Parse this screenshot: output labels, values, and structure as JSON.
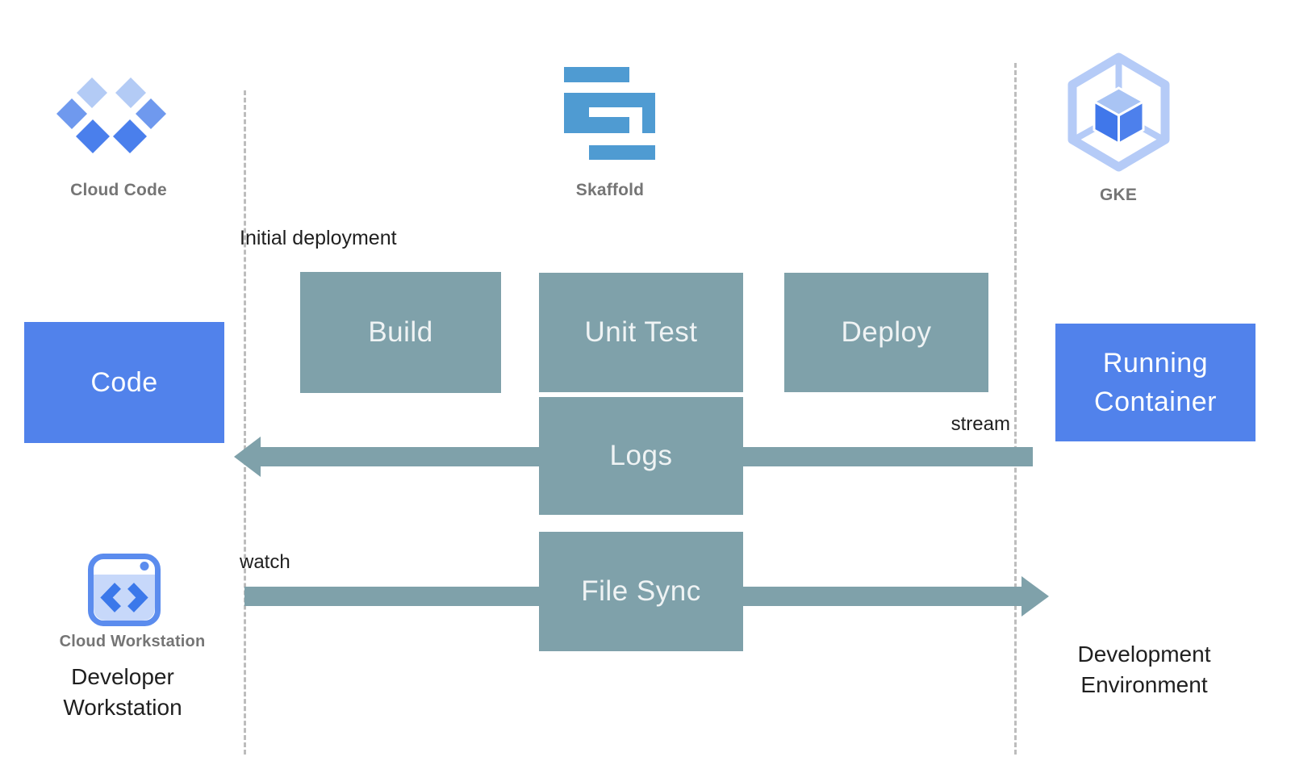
{
  "icons": {
    "cloud_code": {
      "label": "Cloud Code"
    },
    "skaffold": {
      "label": "Skaffold"
    },
    "gke": {
      "label": "GKE"
    },
    "cloud_workstation": {
      "label": "Cloud Workstation"
    }
  },
  "nodes": {
    "code": "Code",
    "build": "Build",
    "unit_test": "Unit Test",
    "deploy": "Deploy",
    "logs": "Logs",
    "file_sync": "File Sync",
    "running_container": "Running Container"
  },
  "annotations": {
    "initial_deployment": "Initial deployment",
    "stream": "stream",
    "watch": "watch",
    "developer_workstation": "Developer Workstation",
    "development_environment": "Development Environment"
  },
  "colors": {
    "process_box": "#7fa1aa",
    "entity_box": "#5182eb",
    "arrow": "#7fa1aa",
    "dash": "#bdbdbd",
    "label_gray": "#757575",
    "text_black": "#1f1f1f",
    "skaffold_blue": "#4f9bd2",
    "cloud_code_light": "#b3cbf5",
    "cloud_code_mid": "#6f99ee",
    "cloud_code_strong": "#4a7fec",
    "gke_hexagon": "#b5cbf7",
    "gke_cube_top": "#a9c4f4",
    "gke_cube_left": "#4077ea",
    "gke_cube_right": "#4d80ec",
    "workstation_border": "#5b8cee",
    "workstation_body": "#c7d8fa",
    "workstation_accent": "#3b78ea"
  }
}
